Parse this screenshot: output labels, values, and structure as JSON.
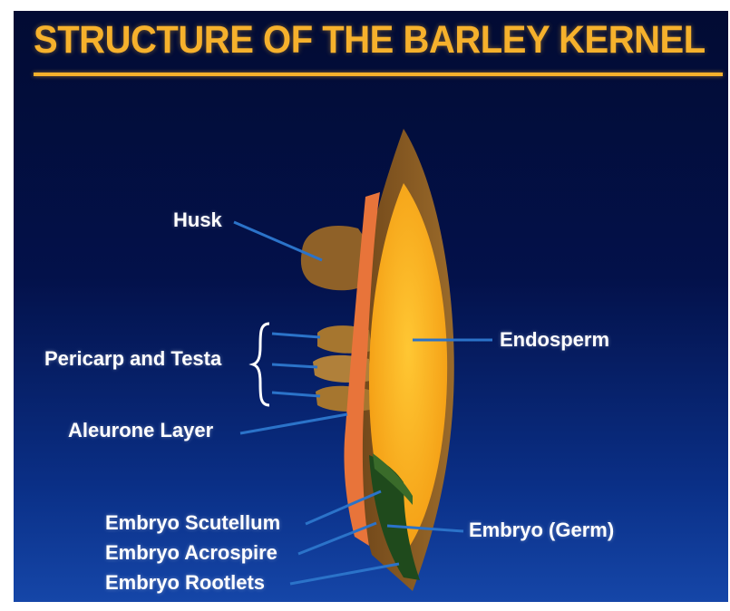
{
  "title": "STRUCTURE OF THE BARLEY KERNEL",
  "labels": {
    "husk": "Husk",
    "pericarp": "Pericarp and Testa",
    "aleurone": "Aleurone Layer",
    "endosperm": "Endosperm",
    "scutellum": "Embryo Scutellum",
    "acrospire": "Embryo Acrospire",
    "rootlets": "Embryo Rootlets",
    "germ": "Embryo (Germ)"
  },
  "colors": {
    "title": "#f6b12c",
    "husk": "#8a5a22",
    "endosperm": "#ffb21f",
    "aleurone": "#e8743a",
    "embryo": "#1f4a1c",
    "leader_lines": "#2b73c9"
  }
}
